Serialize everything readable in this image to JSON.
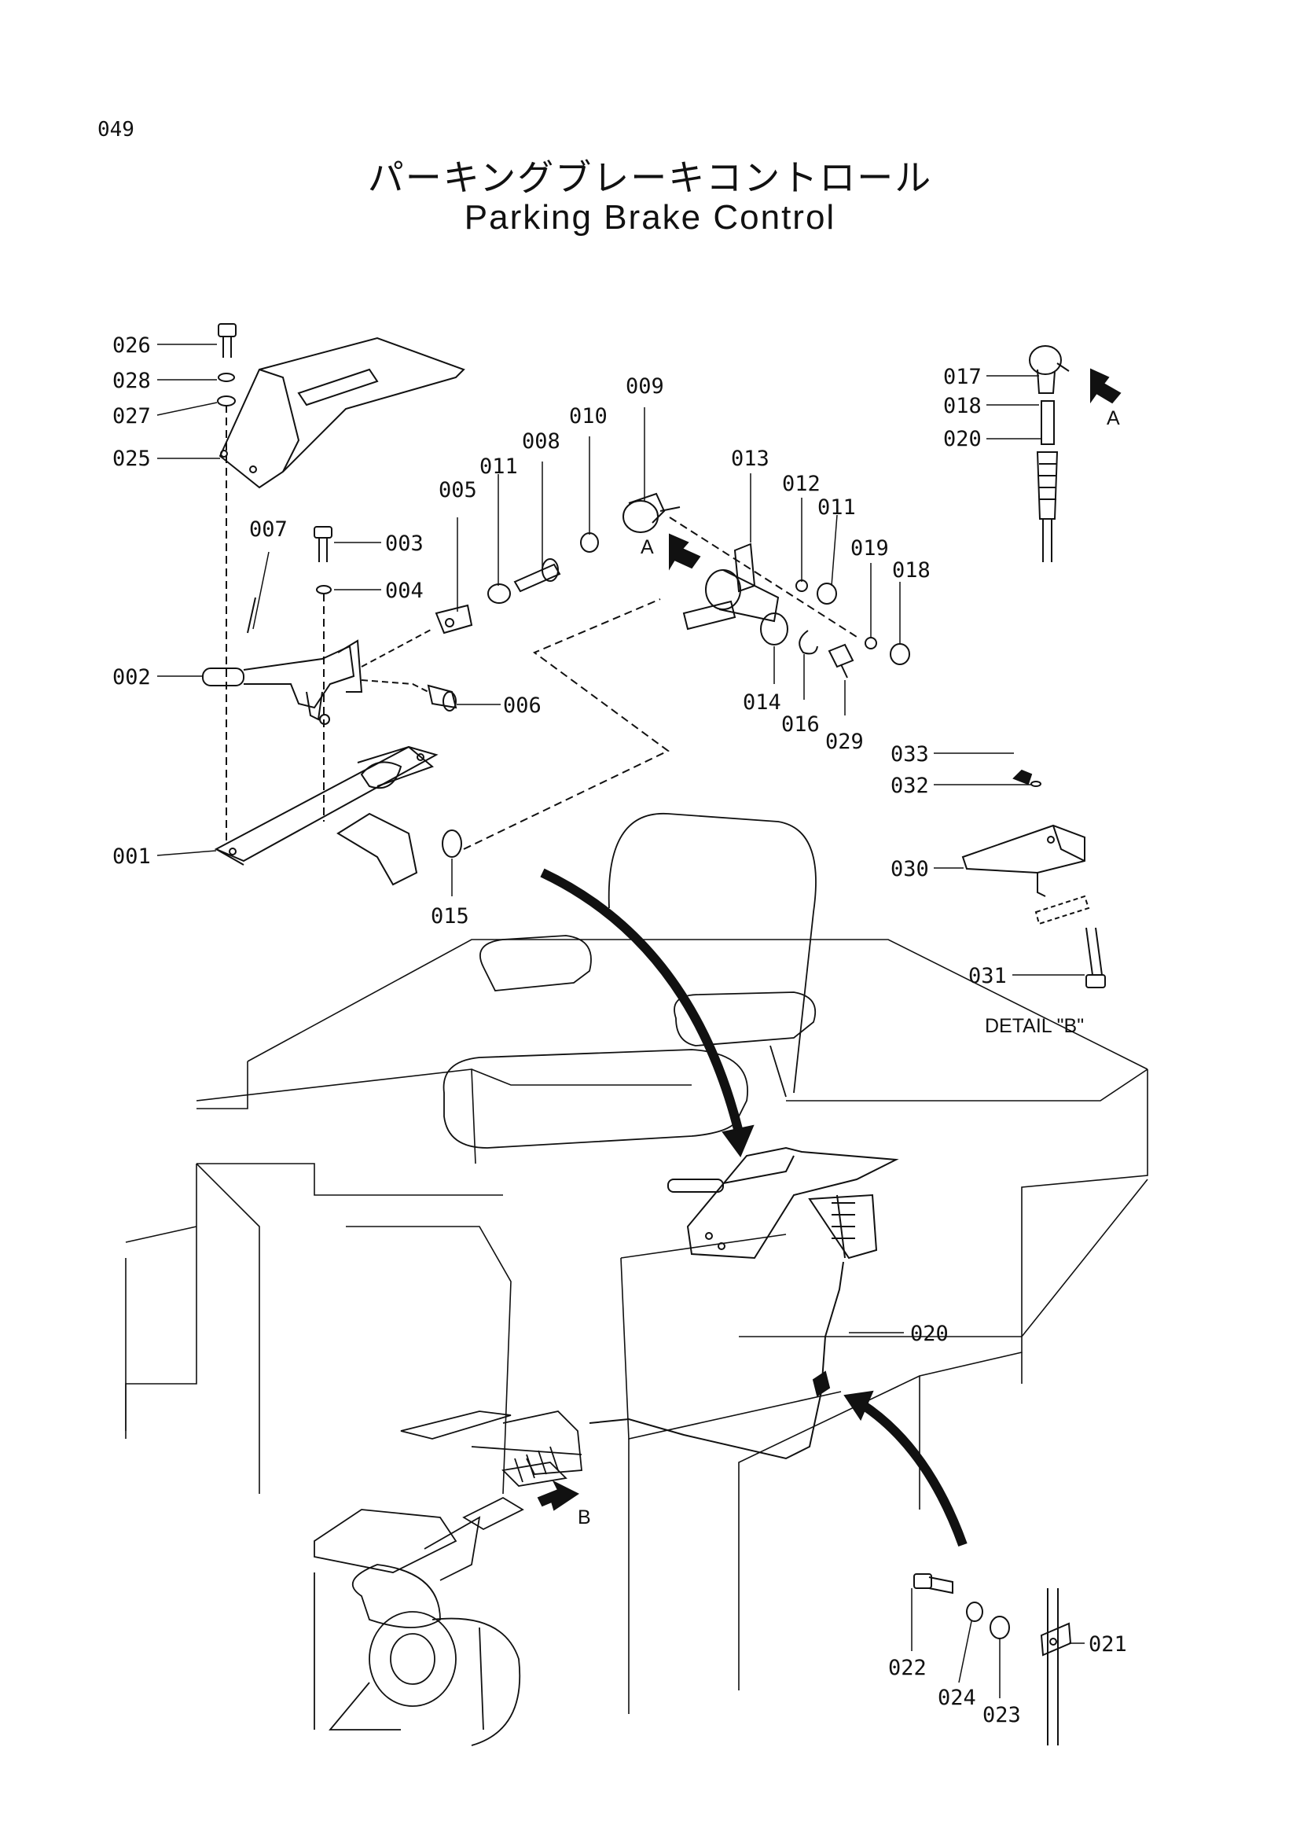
{
  "page_number": "049",
  "title_jp": "パーキングブレーキコントロール",
  "title_en": "Parking Brake Control",
  "detail_label": "DETAIL \"B\"",
  "view_markers": [
    "A",
    "A",
    "B"
  ],
  "part_numbers": [
    "001",
    "002",
    "003",
    "004",
    "005",
    "006",
    "007",
    "008",
    "009",
    "010",
    "011",
    "012",
    "013",
    "014",
    "015",
    "016",
    "017",
    "018",
    "019",
    "020",
    "021",
    "022",
    "023",
    "024",
    "025",
    "026",
    "027",
    "028",
    "029",
    "030",
    "031",
    "032",
    "033"
  ]
}
